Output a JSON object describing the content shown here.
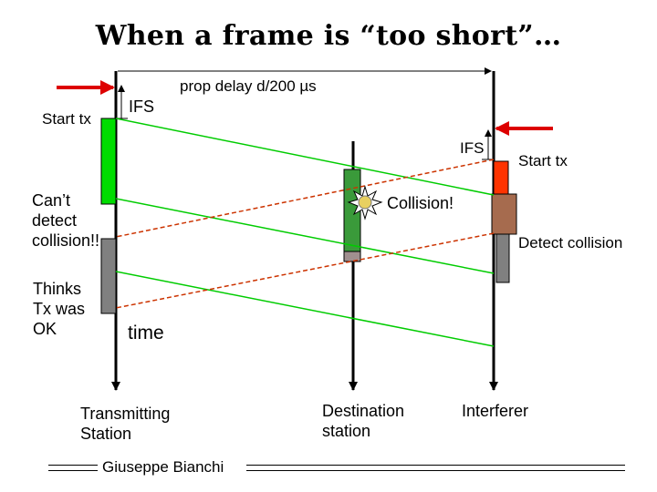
{
  "title": "When a frame is “too short”…",
  "labels": {
    "prop_delay": "prop delay d/200 µs",
    "ifs_left": "IFS",
    "ifs_right": "IFS",
    "start_tx_left": "Start tx",
    "start_tx_right": "Start tx",
    "collision": "Collision!",
    "cant_detect": "Can’t\ndetect\ncollision!!",
    "detect_collision": "Detect collision",
    "thinks_ok": "Thinks\nTx was\nOK",
    "time": "time",
    "transmitting_station": "Transmitting\nStation",
    "destination_station": "Destination\nstation",
    "interferer": "Interferer"
  },
  "footer": {
    "author": "Giuseppe Bianchi"
  },
  "colors": {
    "frame_green": "#00dd00",
    "frame_gray": "#808080",
    "dest_green": "#3a9a3a",
    "collided_orange": "#ff3300",
    "collided_brown": "#a66b4e",
    "signal_green": "#00cc00",
    "signal_red": "#cc3300",
    "arrow_red": "#dd0000",
    "burst_yellow": "#e8d060"
  }
}
